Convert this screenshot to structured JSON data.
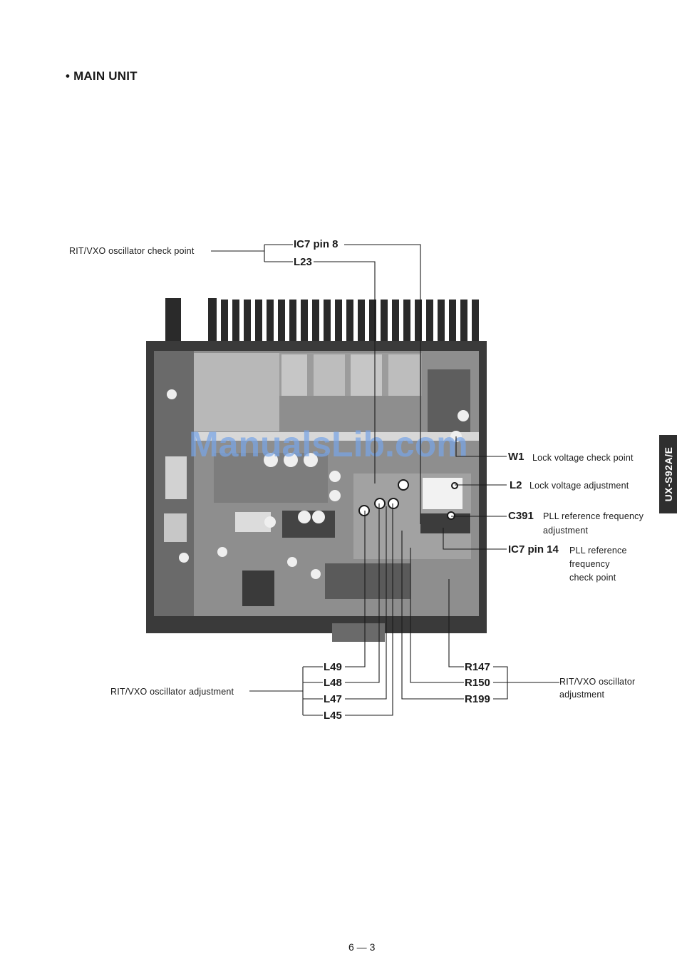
{
  "section": {
    "title": "• MAIN UNIT"
  },
  "side_tab": {
    "text": "UX-S92A/E"
  },
  "watermark": {
    "text": "ManualsLib.com"
  },
  "page": {
    "number": "6 — 3"
  },
  "callouts": {
    "ic7_pin8": "IC7 pin 8",
    "l23": "L23",
    "rit_check_point": "RIT/VXO oscillator check point",
    "w1": "W1",
    "w1_desc": "Lock voltage check point",
    "l2": "L2",
    "l2_desc": "Lock voltage adjustment",
    "c391": "C391",
    "c391_desc_line1": "PLL reference frequency",
    "c391_desc_line2": "adjustment",
    "ic7_pin14": "IC7 pin 14",
    "ic7_pin14_desc_line1": "PLL reference",
    "ic7_pin14_desc_line2": "frequency",
    "ic7_pin14_desc_line3": "check point",
    "l49": "L49",
    "l48": "L48",
    "l47": "L47",
    "l45": "L45",
    "rit_adjustment_left": "RIT/VXO oscillator adjustment",
    "r147": "R147",
    "r150": "R150",
    "r199": "R199",
    "rit_adjustment_right_line1": "RIT/VXO oscillator",
    "rit_adjustment_right_line2": "adjustment"
  },
  "colors": {
    "ink": "#1a1a1a",
    "tab": "#2f2f2f",
    "watermark": "#78a5e6",
    "photo_dark": "#2a2a2a",
    "photo_board": "#8e8e8e"
  }
}
